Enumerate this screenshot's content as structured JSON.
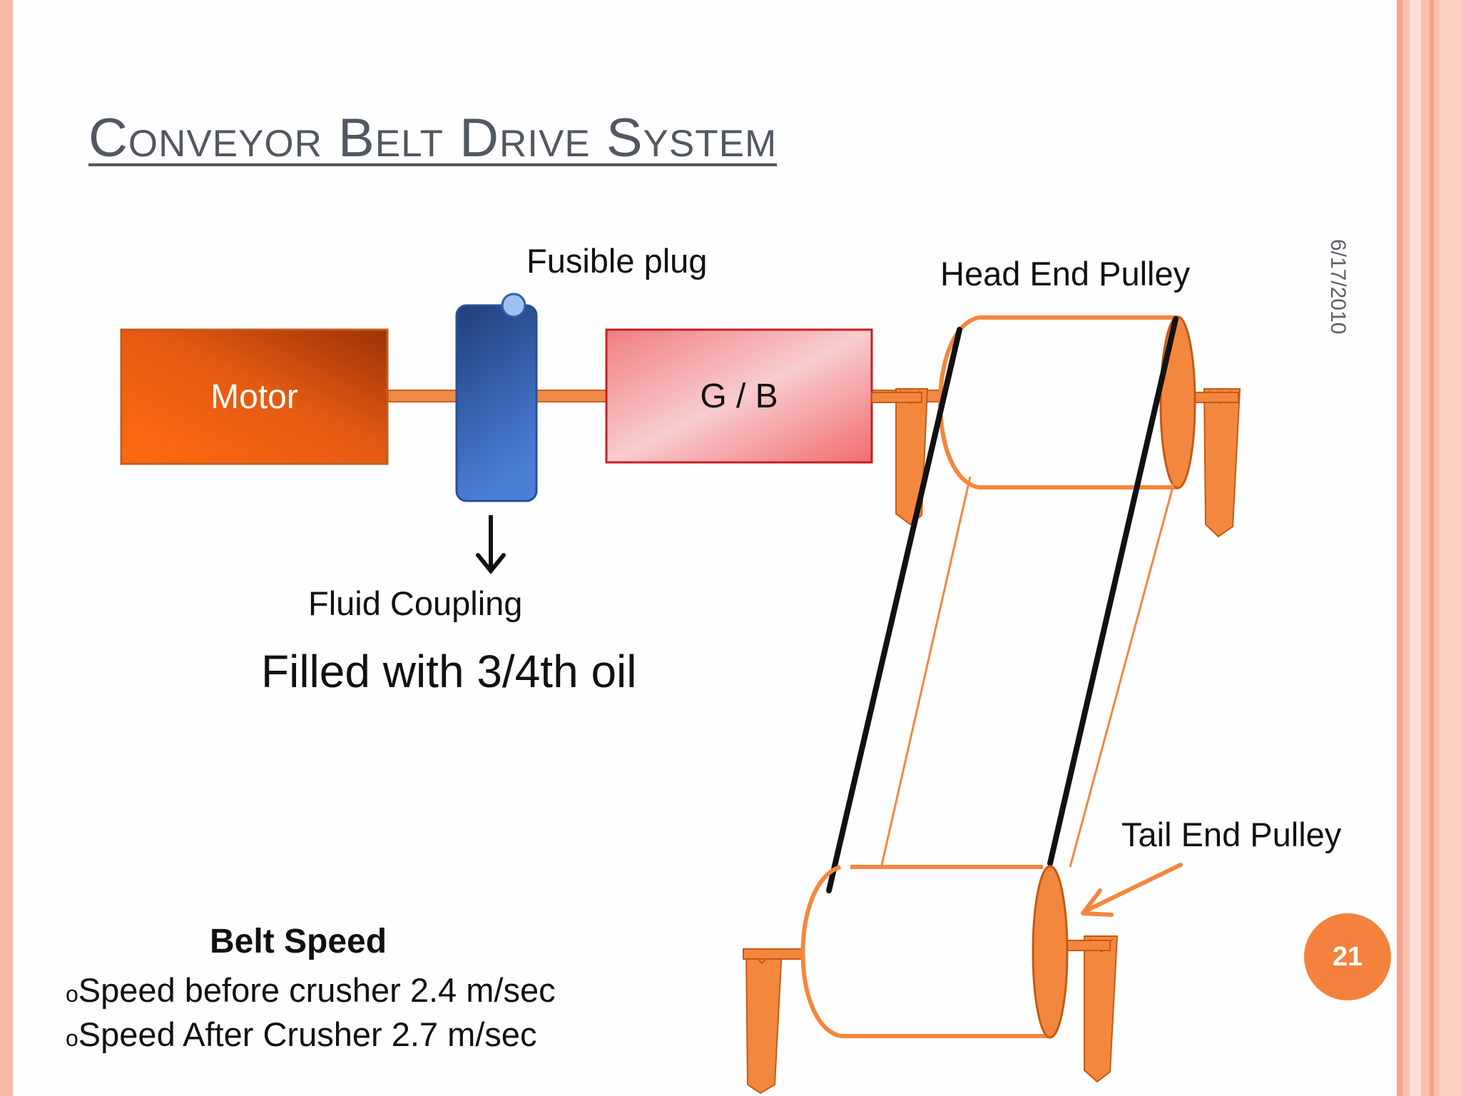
{
  "slide": {
    "title": "Conveyor Belt Drive System",
    "date": "6/17/2010",
    "page_number": "21"
  },
  "diagram": {
    "motor_label": "Motor",
    "gearbox_label": "G / B",
    "fusible_plug_label": "Fusible plug",
    "fluid_coupling_label": "Fluid Coupling",
    "fluid_coupling_note": "Filled with 3/4th oil",
    "head_pulley_label": "Head End Pulley",
    "tail_pulley_label": "Tail End Pulley"
  },
  "belt_speed": {
    "heading": "Belt Speed",
    "items": [
      {
        "marker": "o",
        "text": "Speed before crusher 2.4 m/sec"
      },
      {
        "marker": "o",
        "text": "Speed After Crusher 2.7 m/sec"
      }
    ]
  },
  "colors": {
    "accent_orange": "#f4813e",
    "motor_dark": "#a83a08",
    "coupling_blue": "#2f5ca8",
    "gearbox_red": "#d43a3a",
    "title_gray": "#515862"
  }
}
